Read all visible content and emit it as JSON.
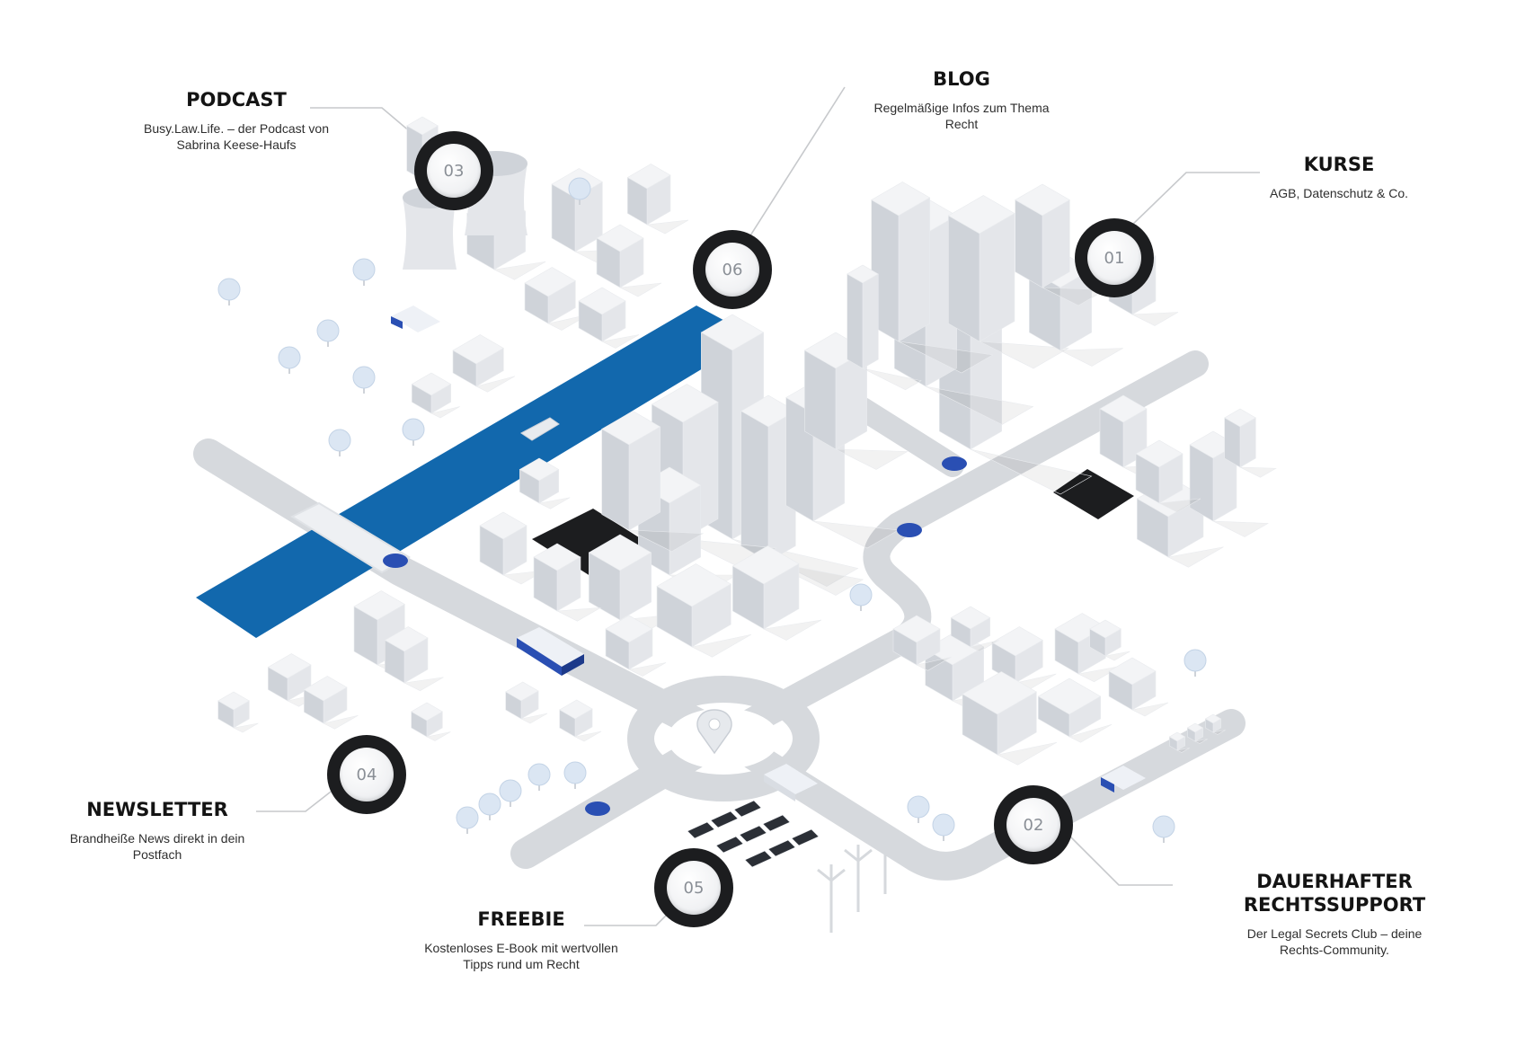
{
  "colors": {
    "river": "#1268ad",
    "road": "#d4d7db",
    "building_light": "#f3f4f6",
    "building_mid": "#e4e6ea",
    "building_dark": "#cfd3d9",
    "dark_lot": "#1c1d1f",
    "vehicle": "#2a4fb3",
    "marker_ring": "#1c1d1f",
    "connector": "#c7c9cc"
  },
  "icons": {
    "map_pin": "location-pin-icon",
    "marker": "numbered-circle-marker"
  },
  "items": [
    {
      "id": "podcast",
      "number": "03",
      "title": "PODCAST",
      "description": "Busy.Law.Life. – der Podcast von Sabrina Keese-Haufs"
    },
    {
      "id": "blog",
      "number": "06",
      "title": "BLOG",
      "description": "Regelmäßige Infos zum Thema Recht"
    },
    {
      "id": "kurse",
      "number": "01",
      "title": "KURSE",
      "description": "AGB, Datenschutz & Co."
    },
    {
      "id": "newsletter",
      "number": "04",
      "title": "NEWSLETTER",
      "description": "Brandheiße News direkt in dein Postfach"
    },
    {
      "id": "freebie",
      "number": "05",
      "title": "FREEBIE",
      "description": "Kostenloses E-Book mit wertvollen Tipps rund um Recht"
    },
    {
      "id": "rechtssupport",
      "number": "02",
      "title": "DAUERHAFTER RECHTSSUPPORT",
      "description": "Der Legal Secrets Club – deine Rechts-Community."
    }
  ]
}
